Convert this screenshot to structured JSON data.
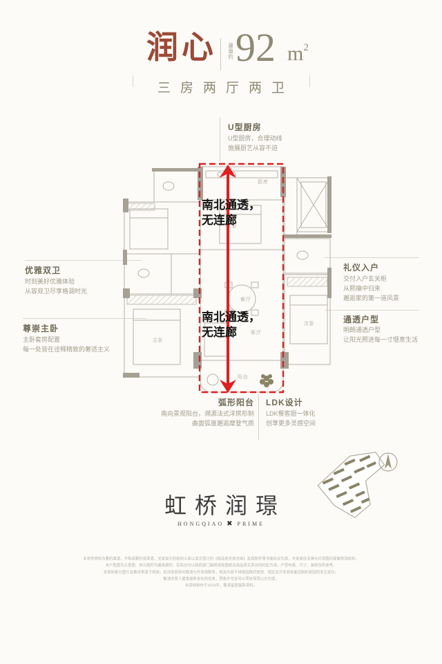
{
  "colors": {
    "accent_red": "#e01f1f",
    "title_red": "#9c4a36",
    "olive_text": "#8d8875",
    "wall_gray": "#a6a195"
  },
  "header": {
    "plan_name": "润心",
    "area_prefix": "建面约",
    "area_number": "92",
    "area_unit": "m",
    "area_superscript": "2",
    "subtitle": "三房两厅两卫"
  },
  "highlight": {
    "line1": "南北通透，",
    "line2": "无连廊"
  },
  "callouts": {
    "kitchen": {
      "title": "U型厨房",
      "lines": [
        "U型厨房，合理动线",
        "施展厨艺从容不迫"
      ]
    },
    "baths": {
      "title": "优雅双卫",
      "lines": [
        "时刻美好优雅体验",
        "从容双卫尽享格调时光"
      ]
    },
    "master": {
      "title": "尊崇主卧",
      "lines": [
        "主卧套房配置",
        "每一处皆在诠释精致的奢适主义"
      ]
    },
    "entry": {
      "title": "礼仪入户",
      "lines": [
        "交付入户玄关柜",
        "从熙攘中归来",
        "邂逅家的第一道风景"
      ]
    },
    "transparent": {
      "title": "通透户型",
      "lines": [
        "明朗通透户型",
        "让阳光照进每一寸惬意生活"
      ]
    },
    "balcony": {
      "title": "弧形阳台",
      "lines": [
        "南向景观阳台，溯源法式洋房形制",
        "曲面弧度邂逅摩登气质"
      ]
    },
    "ldk": {
      "title": "LDK设计",
      "lines": [
        "LDK餐客厨一体化",
        "创享更多灵感空间"
      ]
    }
  },
  "floorplan": {
    "rooms": {
      "kitchen": "厨房",
      "bed_north": "次卧",
      "living": "客厅",
      "dining": "餐厅",
      "balcony": "阳台",
      "master": "主卧",
      "bed_south": "次卧"
    }
  },
  "logo": {
    "cn": "虹桥润璟",
    "en_left": "HONGQIAO",
    "mark": "✖",
    "en_right": "PRIME"
  },
  "disclaimer": {
    "lines": [
      "本宣传资料为要约邀请，不构成要约或承诺，买卖双方的权利义务以双方签订的《商品房买卖合同》及其附件等书面协议为准，开发商在法律允许范围内保留修改权利。",
      "本户型图为示意图，所示面积为建筑面积，实际交付以政府部门最终审批图纸及商品房买卖合同约定为准，户型布局、尺寸、装饰仅供参考。",
      "本资料部分图片及素材来源于网络，如涉及权利问题请与开发商联系，相关内容不排除因政府规划、规定及开发商未能控制的原因而发生变化。",
      "敬请买受人留意最新发布的信息，预售许可证号以项目现场公示为准。",
      "本资料制作于2023年，敬请留意最新资料。"
    ]
  }
}
